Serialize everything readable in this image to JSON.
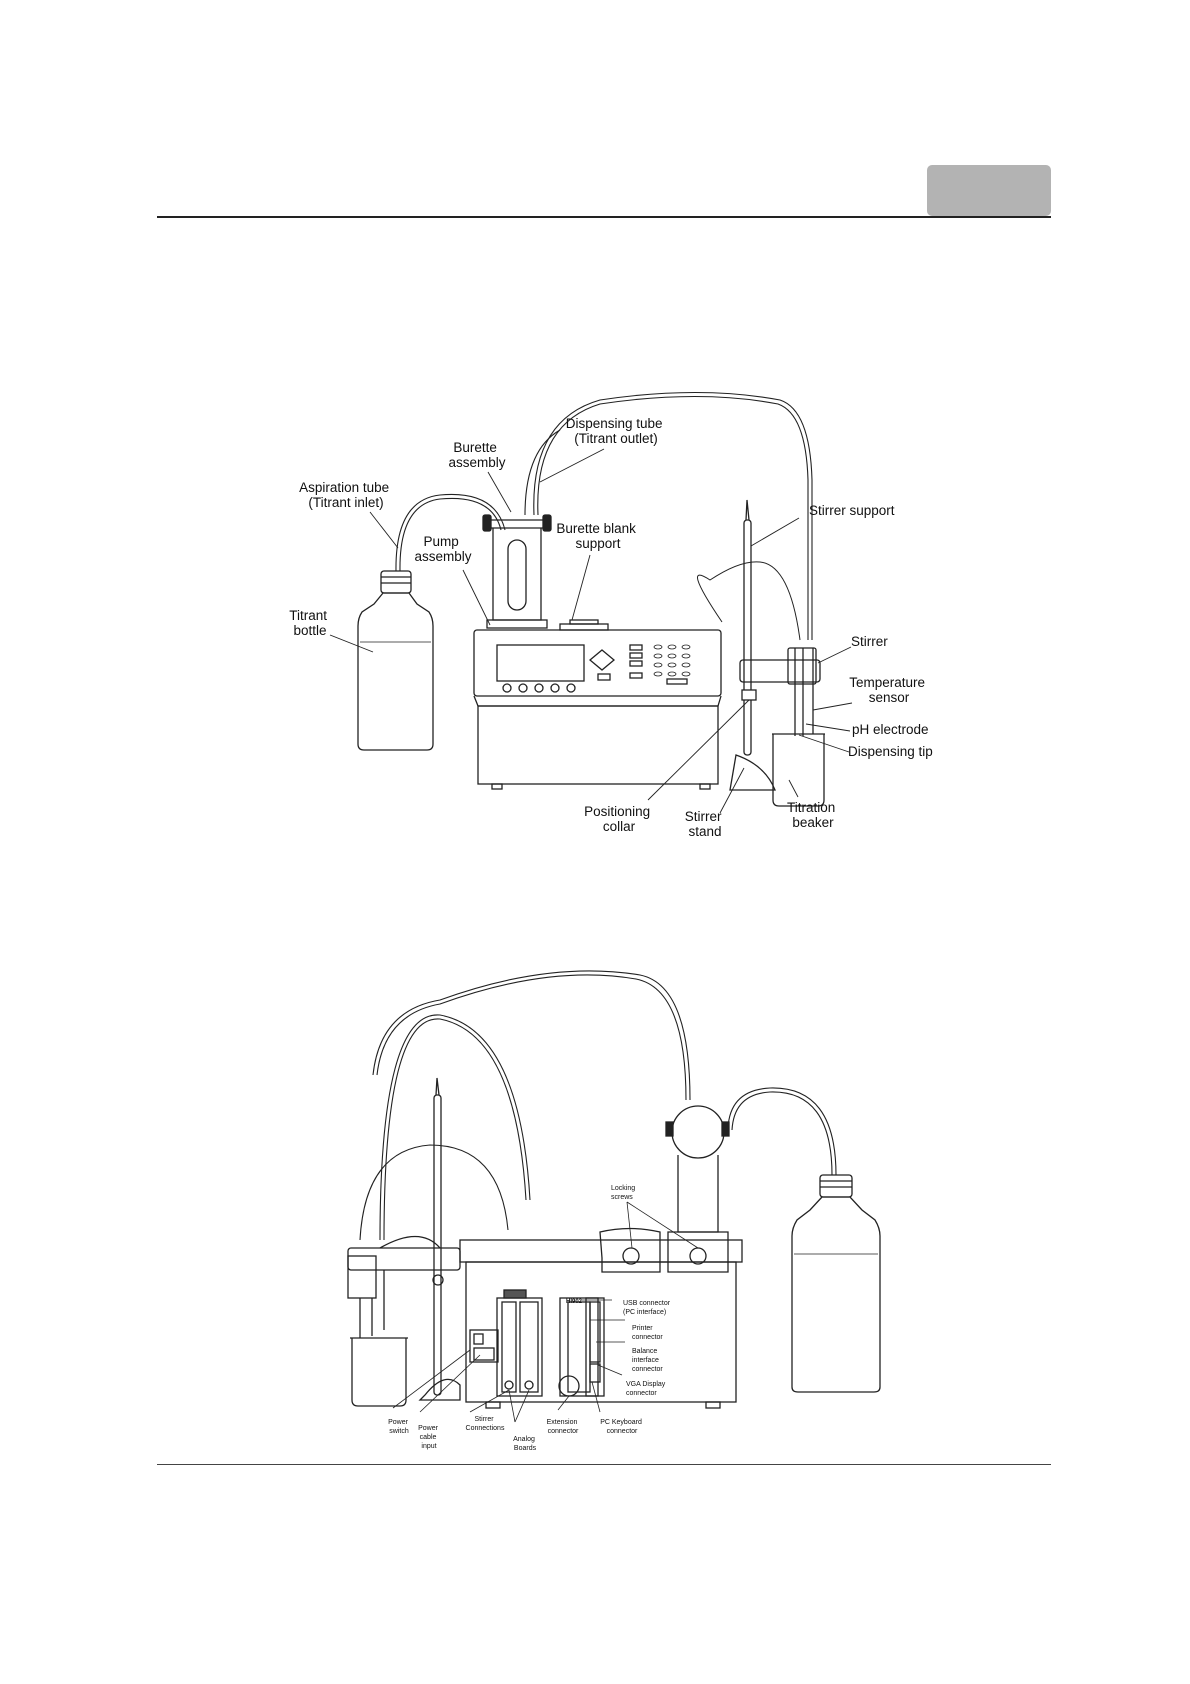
{
  "front_view": {
    "labels": {
      "aspiration_tube": [
        "Aspiration tube",
        "(Titrant inlet)"
      ],
      "burette_assembly": [
        "Burette",
        "assembly"
      ],
      "dispensing_tube": [
        "Dispensing tube",
        "(Titrant outlet)"
      ],
      "pump_assembly": [
        "Pump",
        "assembly"
      ],
      "burette_blank_support": [
        "Burette blank",
        "support"
      ],
      "stirrer_support": [
        "Stirrer support"
      ],
      "titrant_bottle": [
        "Titrant",
        "bottle"
      ],
      "stirrer": [
        "Stirrer"
      ],
      "temperature_sensor": [
        "Temperature",
        "sensor"
      ],
      "ph_electrode": [
        "pH electrode"
      ],
      "dispensing_tip": [
        "Dispensing tip"
      ],
      "positioning_collar": [
        "Positioning",
        "collar"
      ],
      "stirrer_stand": [
        "Stirrer",
        "stand"
      ],
      "titration_beaker": [
        "Titration",
        "beaker"
      ]
    }
  },
  "rear_view": {
    "labels": {
      "locking_screws": [
        "Locking",
        "screws"
      ],
      "model": [
        "HI902"
      ],
      "usb_connector": [
        "USB connector",
        "(PC interface)"
      ],
      "printer_connector": [
        "Printer",
        "connector"
      ],
      "balance_connector": [
        "Balance",
        "interface",
        "connector"
      ],
      "vga_connector": [
        "VGA Display",
        "connector"
      ],
      "power_switch": [
        "Power",
        "switch"
      ],
      "power_cable_input": [
        "Power",
        "cable",
        "input"
      ],
      "stirrer_connections": [
        "Stirrer",
        "Connections"
      ],
      "analog_boards": [
        "Analog",
        "Boards"
      ],
      "extension_connector": [
        "Extension",
        "connector"
      ],
      "pc_keyboard_connector": [
        "PC Keyboard",
        "connector"
      ]
    }
  }
}
